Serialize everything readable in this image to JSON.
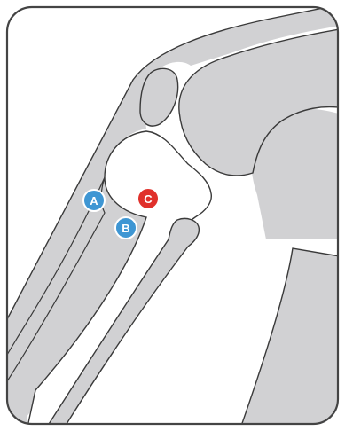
{
  "diagram": {
    "markers": [
      {
        "id": "A",
        "label": "A",
        "color": "#3e96d3"
      },
      {
        "id": "B",
        "label": "B",
        "color": "#3e96d3"
      },
      {
        "id": "C",
        "label": "C",
        "color": "#e0302b"
      }
    ]
  },
  "colors": {
    "background": "#ffffff",
    "border": "#444444",
    "bone_fill": "#d1d1d3",
    "bone_stroke": "#3a3a3a",
    "marker_text": "#ffffff",
    "marker_stroke": "#ffffff"
  }
}
